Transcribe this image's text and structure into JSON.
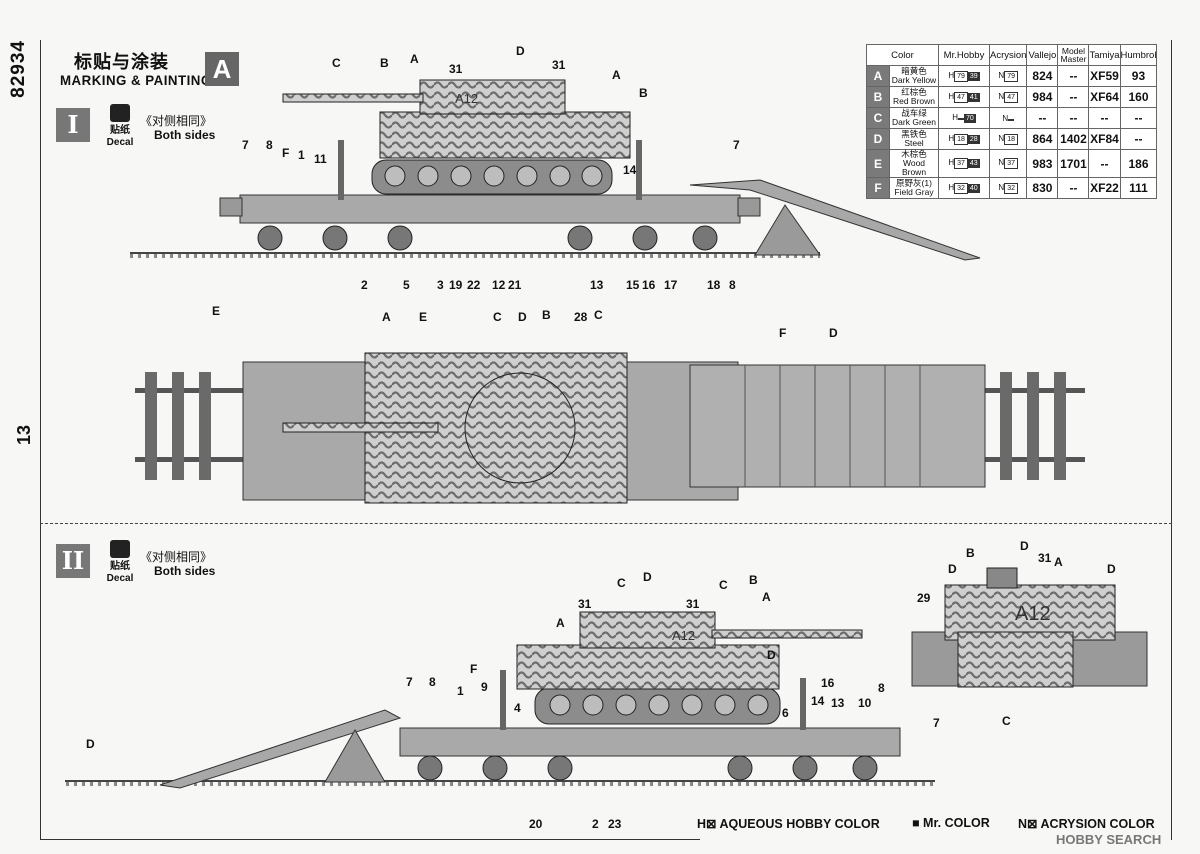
{
  "page": {
    "code": "82934",
    "page_number": "13",
    "title_cn": "标贴与涂装",
    "title_en": "MARKING & PAINTING",
    "scheme_letter": "A"
  },
  "scheme1": {
    "roman": "I",
    "decal_cn": "贴纸",
    "decal_en": "Decal",
    "sides_cn": "《对侧相同》",
    "sides_en": "Both sides",
    "turret_number": "A12"
  },
  "scheme2": {
    "roman": "II",
    "decal_cn": "贴纸",
    "decal_en": "Decal",
    "sides_cn": "《对侧相同》",
    "sides_en": "Both sides",
    "turret_number": "A12"
  },
  "color_table": {
    "headers": [
      "Color",
      "Mr.Hobby",
      "Acrysion",
      "Vallejo",
      "Model Master",
      "Tamiya",
      "Humbrol"
    ],
    "rows": [
      {
        "letter": "A",
        "cn": "暗黄色",
        "en": "Dark Yellow",
        "h": [
          "79",
          "39"
        ],
        "n": "79",
        "vallejo": "824",
        "model_master": "--",
        "tamiya": "XF59",
        "humbrol": "93",
        "swatch": "#d9c27a"
      },
      {
        "letter": "B",
        "cn": "红棕色",
        "en": "Red Brown",
        "h": [
          "47",
          "41"
        ],
        "n": "47",
        "vallejo": "984",
        "model_master": "--",
        "tamiya": "XF64",
        "humbrol": "160",
        "swatch": "#7a3b2a"
      },
      {
        "letter": "C",
        "cn": "战车绿",
        "en": "Dark Green",
        "h": [
          "",
          "70"
        ],
        "n": "",
        "vallejo": "--",
        "model_master": "--",
        "tamiya": "--",
        "humbrol": "--",
        "swatch": "#3d4a2a"
      },
      {
        "letter": "D",
        "cn": "黑铁色",
        "en": "Steel",
        "h": [
          "18",
          "28"
        ],
        "n": "18",
        "vallejo": "864",
        "model_master": "1402",
        "tamiya": "XF84",
        "humbrol": "--",
        "swatch": "#555"
      },
      {
        "letter": "E",
        "cn": "木棕色",
        "en": "Wood Brown",
        "h": [
          "37",
          "43"
        ],
        "n": "37",
        "vallejo": "983",
        "model_master": "1701",
        "tamiya": "--",
        "humbrol": "186",
        "swatch": "#6b4a2e"
      },
      {
        "letter": "F",
        "cn": "原野灰(1)",
        "en": "Field Gray",
        "h": [
          "32",
          "40"
        ],
        "n": "32",
        "vallejo": "830",
        "model_master": "--",
        "tamiya": "XF22",
        "humbrol": "111",
        "swatch": "#5f665a"
      }
    ]
  },
  "callouts_top": {
    "C1": "C",
    "B1": "B",
    "A1": "A",
    "D1": "D",
    "n31a": "31",
    "n31b": "31",
    "A2": "A",
    "B2": "B",
    "n7a": "7",
    "n8a": "8",
    "F1": "F",
    "n1": "1",
    "n11": "11",
    "n14": "14",
    "n7b": "7",
    "n2": "2",
    "n5": "5",
    "n3": "3",
    "n19": "19",
    "n22": "22",
    "n12": "12",
    "n21": "21",
    "n13": "13",
    "n15": "15",
    "n16": "16",
    "n17": "17",
    "n18": "18",
    "n8b": "8"
  },
  "callouts_plan": {
    "E1": "E",
    "A": "A",
    "E2": "E",
    "C1": "C",
    "D1": "D",
    "B": "B",
    "n28": "28",
    "C2": "C",
    "F": "F",
    "D2": "D"
  },
  "callouts_bottom": {
    "C1": "C",
    "D1": "D",
    "n31a": "31",
    "n31b": "31",
    "C2": "C",
    "B": "B",
    "A1": "A",
    "A2": "A",
    "D2": "D",
    "n7a": "7",
    "n8a": "8",
    "n1": "1",
    "F": "F",
    "n9": "9",
    "n4": "4",
    "n6": "6",
    "n14": "14",
    "n16": "16",
    "n13": "13",
    "n10": "10",
    "n8b": "8",
    "n7b": "7",
    "D3": "D",
    "n20": "20",
    "n2": "2",
    "n23": "23"
  },
  "callouts_rear": {
    "D1": "D",
    "B": "B",
    "n31": "31",
    "A": "A",
    "D2": "D",
    "D3": "D",
    "n29": "29",
    "C": "C"
  },
  "legend": {
    "h_mark": "H⊠",
    "h_text": "AQUEOUS HOBBY COLOR",
    "m_mark": "■",
    "m_text": "Mr. COLOR",
    "n_mark": "N⊠",
    "n_text": "ACRYSION COLOR"
  },
  "watermark": "HOBBY SEARCH"
}
